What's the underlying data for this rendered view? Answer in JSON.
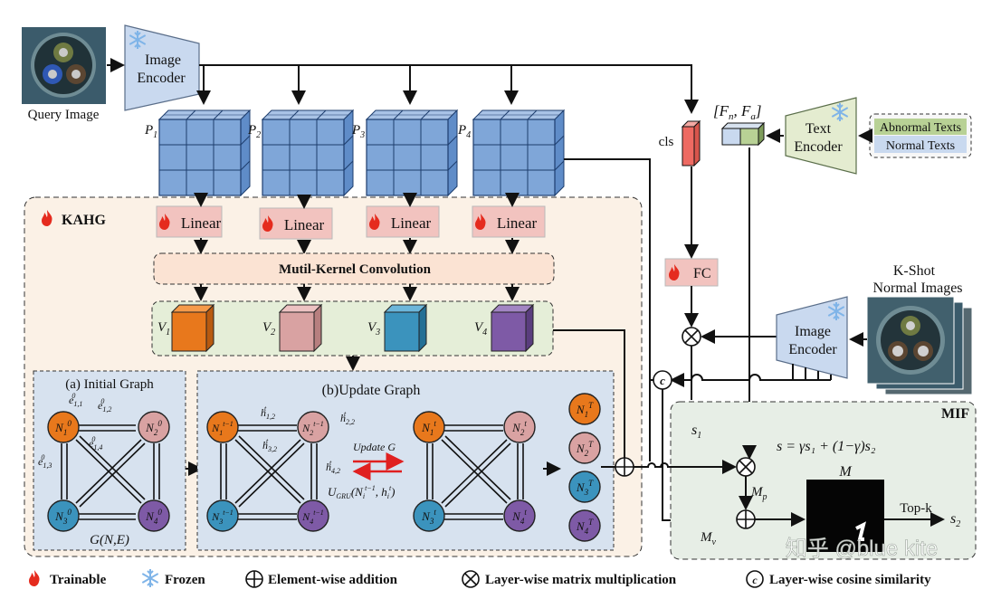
{
  "header": {
    "query_image_label": "Query Image",
    "image_encoder_top": [
      "Image",
      "Encoder"
    ],
    "feature_labels": [
      "P",
      "P",
      "P",
      "P"
    ],
    "feature_subs": [
      "1",
      "2",
      "3",
      "4"
    ],
    "cls_label": "cls",
    "text_feature_label": "[F",
    "text_feature_sub_n": "n",
    "text_feature_mid": ", F",
    "text_feature_sub_a": "a",
    "text_feature_end": "]",
    "text_encoder": [
      "Text",
      "Encoder"
    ],
    "text_inputs": [
      "Abnormal Texts",
      "Normal Texts"
    ]
  },
  "kahg": {
    "title": "KAHG",
    "linear_label": "Linear",
    "mkc_label": "Mutil-Kernel Convolution",
    "v_labels": [
      "V",
      "V",
      "V",
      "V"
    ],
    "v_subs": [
      "1",
      "2",
      "3",
      "4"
    ],
    "initial_graph_title": "(a) Initial Graph",
    "initial_graph_caption": "G(N,E)",
    "update_graph_title": "(b)Update Graph",
    "update_label": "Update G",
    "gru_label": "U",
    "gru_sub": "GRU",
    "gru_args": "(N",
    "gru_args2": ", h",
    "gru_args3": ")",
    "output_nodes": [
      "N",
      "N",
      "N",
      "N"
    ],
    "output_subs": [
      "1",
      "2",
      "3",
      "4"
    ],
    "output_sup": "T"
  },
  "right": {
    "fc_label": "FC",
    "kshot_label": [
      "K-Shot",
      "Normal Images"
    ],
    "image_encoder_bottom": [
      "Image",
      "Encoder"
    ],
    "s1_label": "s",
    "s1_sub": "1",
    "mif_title": "MIF",
    "formula": "s = γs₁ + (1−γ)s₂",
    "m_label": "M",
    "mp_label": "M",
    "mp_sub": "p",
    "mv_label": "M",
    "mv_sub": "v",
    "topk_label": "Top-k",
    "s2_label": "s",
    "s2_sub": "2"
  },
  "legend": {
    "trainable": "Trainable",
    "frozen": "Frozen",
    "add": "Element-wise addition",
    "mult": "Layer-wise matrix multiplication",
    "cos": "Layer-wise cosine similarity"
  },
  "watermark": "知乎 @blue kite",
  "colors": {
    "grid_blue": "#7fa6d8",
    "kahg_bg": "#fbf1e6",
    "graph_bg": "#d7e2ef",
    "mif_bg": "#e7eee6",
    "linear_box": "#f2c3bf",
    "encoder": "#c9d9ef",
    "text_encoder": "#e4ecd0",
    "node_orange": "#e8781c",
    "node_pink": "#d9a2a2",
    "node_teal": "#3b93bd",
    "node_purple": "#7e5aa6",
    "red_arrow": "#e02020"
  }
}
